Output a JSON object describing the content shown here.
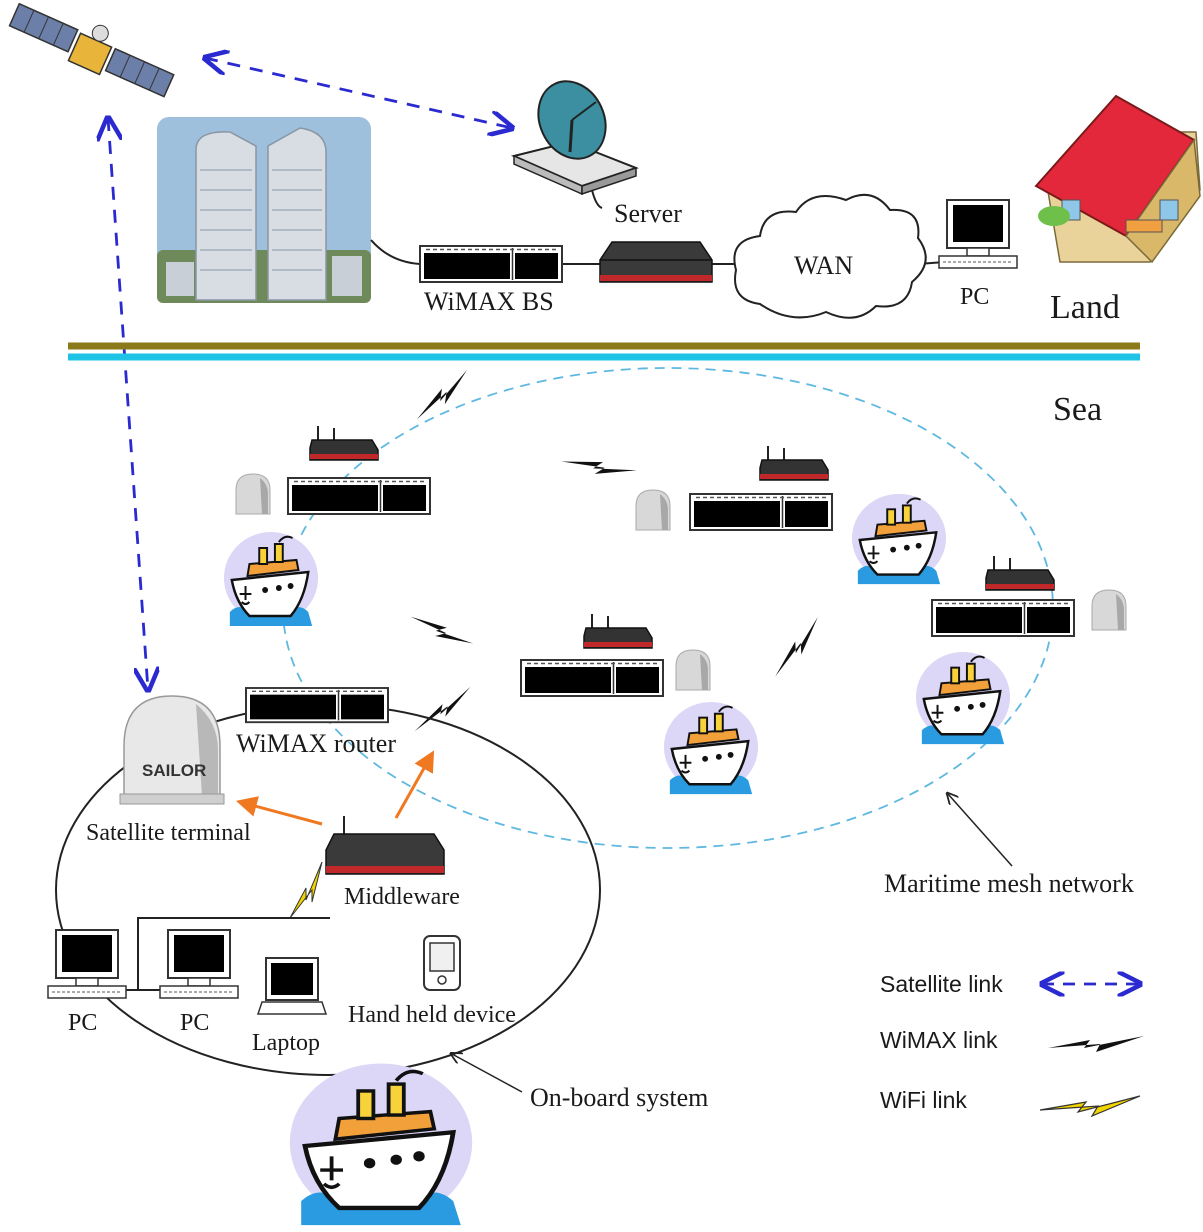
{
  "labels": {
    "land": "Land",
    "sea": "Sea",
    "server": "Server",
    "wan": "WAN",
    "pc_land": "PC",
    "wimax_bs": "WiMAX BS",
    "wimax_router": "WiMAX router",
    "satellite_terminal": "Satellite terminal",
    "middleware": "Middleware",
    "pc_1": "PC",
    "pc_2": "PC",
    "laptop": "Laptop",
    "handheld": "Hand held device",
    "onboard_system": "On-board system",
    "maritime_mesh": "Maritime mesh network",
    "sailor_logo": "SAILOR"
  },
  "legend": {
    "satellite_link": "Satellite link",
    "wimax_link": "WiMAX link",
    "wifi_link": "WiFi link"
  },
  "colors": {
    "satellite_link": "#2a2ad0",
    "wimax_link": "#111111",
    "wifi_link": "#f2d400",
    "arrow": "#f07820",
    "shore_top": "#8b7a1a",
    "shore_bottom": "#1ec3e6",
    "mesh_boundary": "#5fb8e0",
    "ship_bg": "#dcd6f7",
    "ship_water": "#2a9be0",
    "router_red": "#c0282a"
  },
  "icons": [
    "satellite-icon",
    "ground-station-dish-icon",
    "office-building-icon",
    "house-icon",
    "server-icon",
    "cloud-icon",
    "pc-icon",
    "ship-icon",
    "radome-icon",
    "wimax-router-icon",
    "laptop-icon",
    "handheld-device-icon"
  ]
}
